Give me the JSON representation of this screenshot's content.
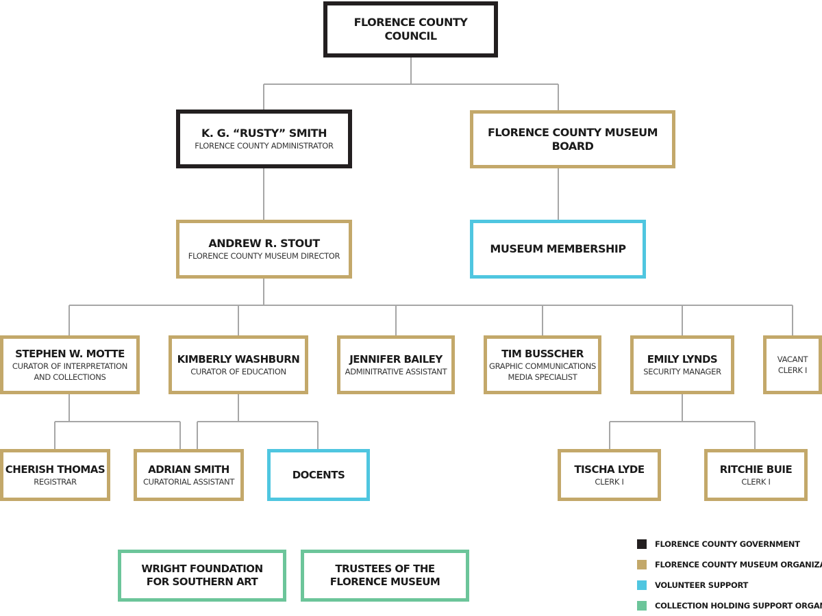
{
  "nodes": {
    "council": {
      "name": "FLORENCE COUNTY COUNCIL"
    },
    "smith": {
      "name": "K. G. “RUSTY” SMITH",
      "title": "FLORENCE COUNTY ADMINISTRATOR"
    },
    "board": {
      "name": "FLORENCE COUNTY MUSEUM BOARD"
    },
    "stout": {
      "name": "ANDREW R. STOUT",
      "title": "FLORENCE COUNTY MUSEUM DIRECTOR"
    },
    "membership": {
      "name": "MUSEUM MEMBERSHIP"
    },
    "motte": {
      "name": "STEPHEN W. MOTTE",
      "title": "CURATOR OF INTERPRETATION\nAND COLLECTIONS"
    },
    "washburn": {
      "name": "KIMBERLY WASHBURN",
      "title": "CURATOR OF EDUCATION"
    },
    "bailey": {
      "name": "JENNIFER BAILEY",
      "title": "ADMINITRATIVE ASSISTANT"
    },
    "busscher": {
      "name": "TIM BUSSCHER",
      "title": "GRAPHIC COMMUNICATIONS\nMEDIA SPECIALIST"
    },
    "lynds": {
      "name": "EMILY LYNDS",
      "title": "SECURITY MANAGER"
    },
    "vacant": {
      "title": "VACANT\nCLERK I"
    },
    "thomas": {
      "name": "CHERISH THOMAS",
      "title": "REGISTRAR"
    },
    "asmith": {
      "name": "ADRIAN SMITH",
      "title": "CURATORIAL ASSISTANT"
    },
    "docents": {
      "name": "DOCENTS"
    },
    "lyde": {
      "name": "TISCHA LYDE",
      "title": "CLERK I"
    },
    "buie": {
      "name": "RITCHIE BUIE",
      "title": "CLERK I"
    },
    "wright": {
      "name": "WRIGHT FOUNDATION\nFOR SOUTHERN ART"
    },
    "trustees": {
      "name": "TRUSTEES OF THE\nFLORENCE MUSEUM"
    }
  },
  "legend": [
    {
      "label": "FLORENCE COUNTY GOVERNMENT",
      "color": "#231f20"
    },
    {
      "label": "FLORENCE COUNTY MUSEUM ORGANIZATION",
      "color": "#c3a86a"
    },
    {
      "label": "VOLUNTEER SUPPORT",
      "color": "#4fc6e0"
    },
    {
      "label": "COLLECTION HOLDING SUPPORT ORGANIZATION",
      "color": "#6cc59a"
    }
  ],
  "colors": {
    "connector": "#a6a6a6"
  }
}
